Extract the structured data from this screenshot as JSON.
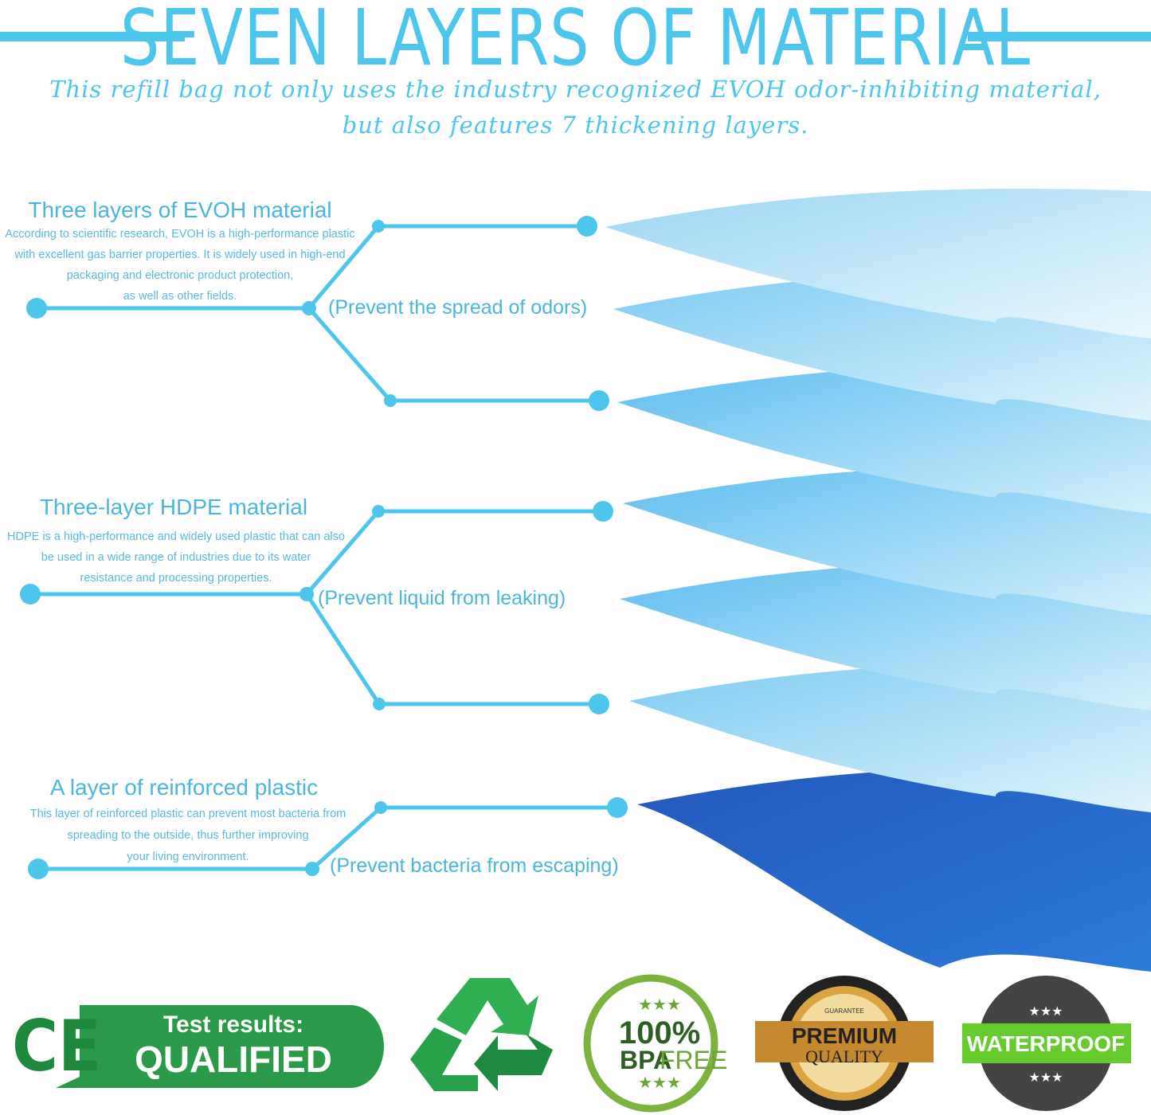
{
  "header": {
    "title": "SEVEN LAYERS OF MATERIAL",
    "subtitle_line1": "This refill bag not only uses the industry recognized EVOH odor-inhibiting material,",
    "subtitle_line2": "but also features 7 thickening layers."
  },
  "sections": [
    {
      "heading": "Three layers of EVOH material",
      "body": [
        "According to scientific research, EVOH is a high-performance plastic",
        "with excellent gas barrier properties. It is widely used in high-end",
        "packaging and electronic product protection,",
        "as well as other fields."
      ],
      "benefit": "(Prevent the spread of odors)"
    },
    {
      "heading": "Three-layer HDPE material",
      "body": [
        "HDPE is a high-performance and widely used plastic that can also",
        "be used in a wide range of industries due to its water",
        "resistance and processing properties."
      ],
      "benefit": "(Prevent liquid from leaking)"
    },
    {
      "heading": "A layer of reinforced plastic",
      "body": [
        "This layer of reinforced plastic can prevent most bacteria from",
        "spreading to the outside, thus further improving",
        "your living environment."
      ],
      "benefit": "(Prevent bacteria from escaping)"
    }
  ],
  "badges": {
    "ce": {
      "mark": "CE",
      "line1": "Test results:",
      "line2": "QUALIFIED"
    },
    "recycle": {
      "icon": "recycle-icon"
    },
    "bpa": {
      "line1": "100%",
      "line2a": "BPA",
      "line2b": "FREE"
    },
    "premium": {
      "small": "GUARANTEE",
      "line1": "PREMIUM",
      "line2": "QUALITY"
    },
    "waterproof": {
      "text": "WATERPROOF"
    }
  },
  "colors": {
    "accent": "#4cc6ec",
    "green": "#2a9a48",
    "dark_blue": "#2563c4"
  }
}
